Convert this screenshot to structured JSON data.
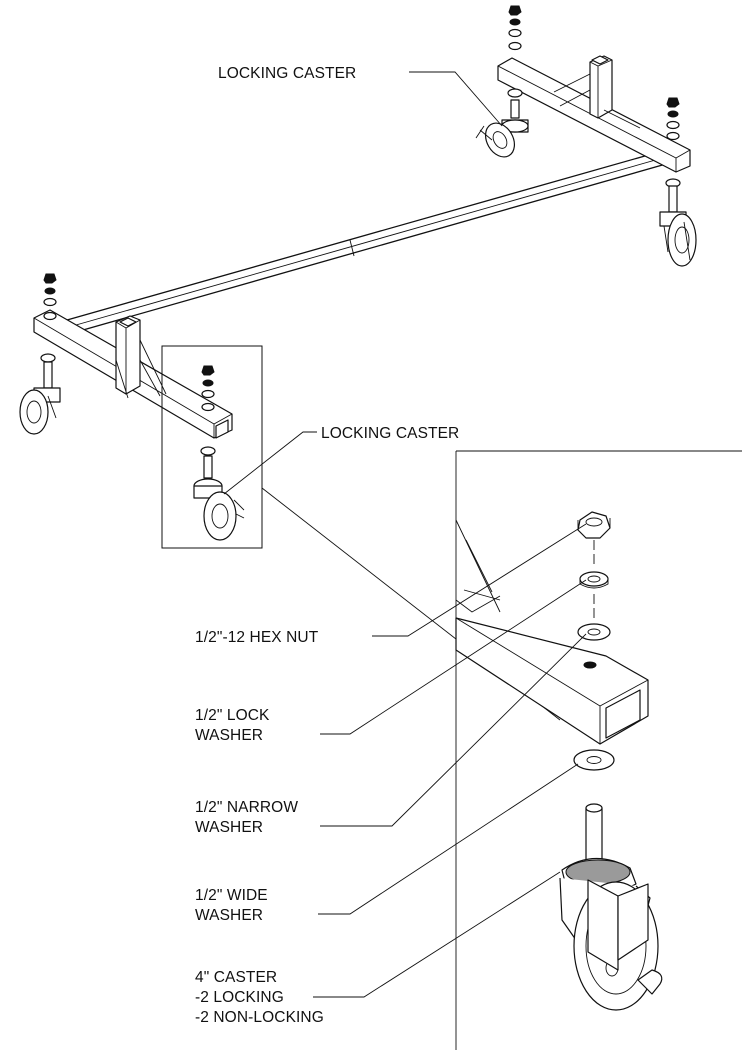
{
  "callouts": {
    "locking_caster_top": "LOCKING CASTER",
    "locking_caster_mid": "LOCKING CASTER",
    "hex_nut": "1/2\"-12 HEX NUT",
    "lock_washer": [
      "1/2\" LOCK",
      "WASHER"
    ],
    "narrow_washer": [
      "1/2\" NARROW",
      "WASHER"
    ],
    "wide_washer": [
      "1/2\" WIDE",
      "WASHER"
    ],
    "caster": [
      "4\" CASTER",
      "-2 LOCKING",
      "-2 NON-LOCKING"
    ]
  },
  "icons": {
    "frame": "tubular-steel-frame-drawing",
    "caster": "caster-wheel-drawing",
    "hex_nut": "hex-nut-drawing",
    "washer": "washer-drawing"
  }
}
